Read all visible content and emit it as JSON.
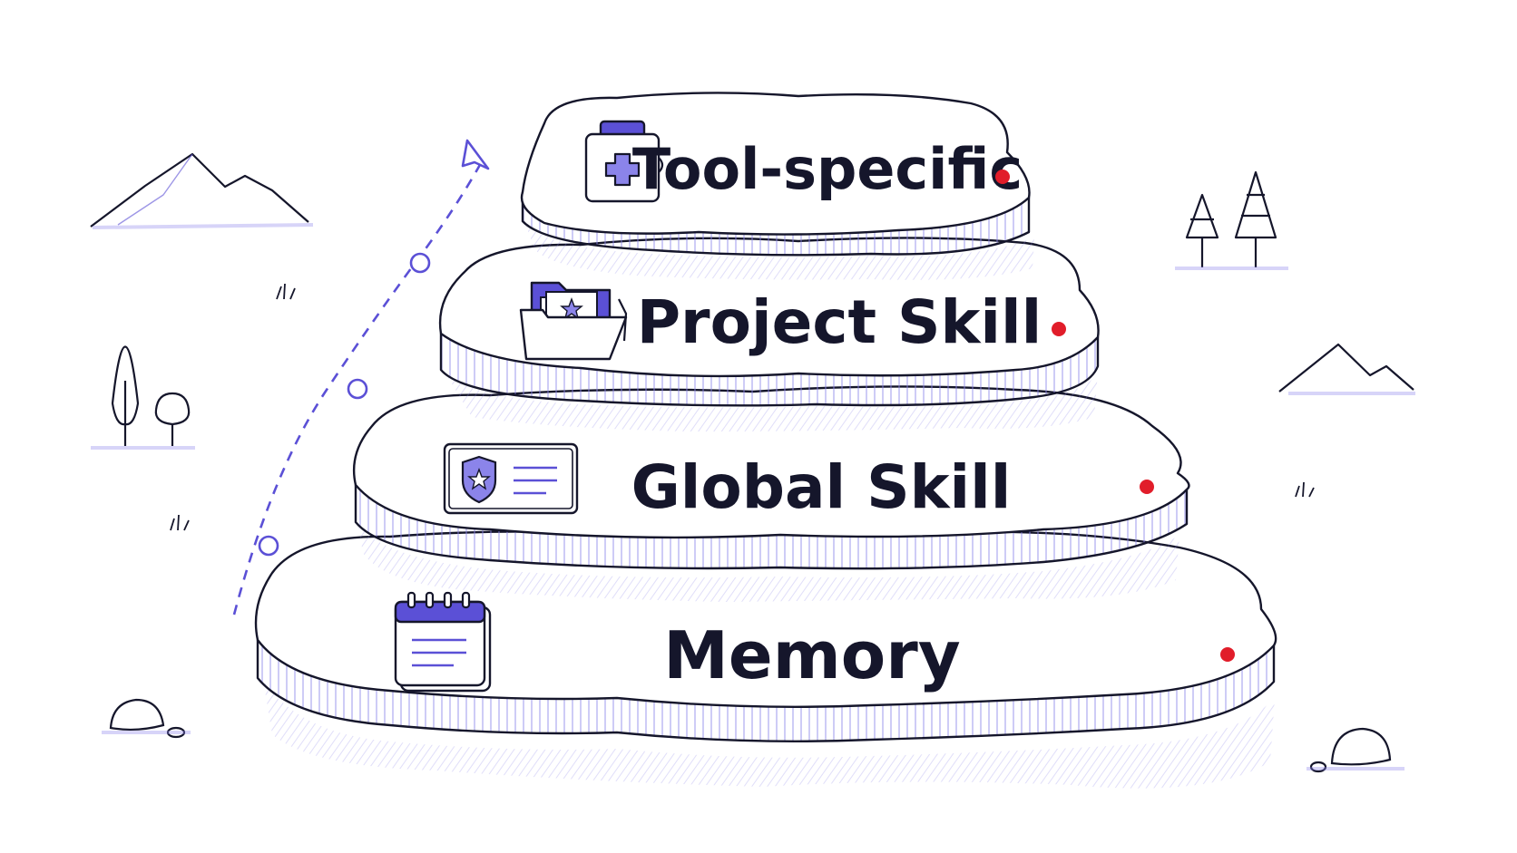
{
  "diagram": {
    "tiers": [
      {
        "label": "Tool-specific",
        "icon": "toolbox-plus-icon"
      },
      {
        "label": "Project Skill",
        "icon": "folder-star-icon"
      },
      {
        "label": "Global Skill",
        "icon": "shield-badge-card-icon"
      },
      {
        "label": "Memory",
        "icon": "calendar-notepad-icon"
      }
    ],
    "colors": {
      "outline": "#15162b",
      "accent": "#5b50d6",
      "accent_light": "#8b84ea",
      "dot": "#e11d2a",
      "background": "#ffffff"
    }
  }
}
